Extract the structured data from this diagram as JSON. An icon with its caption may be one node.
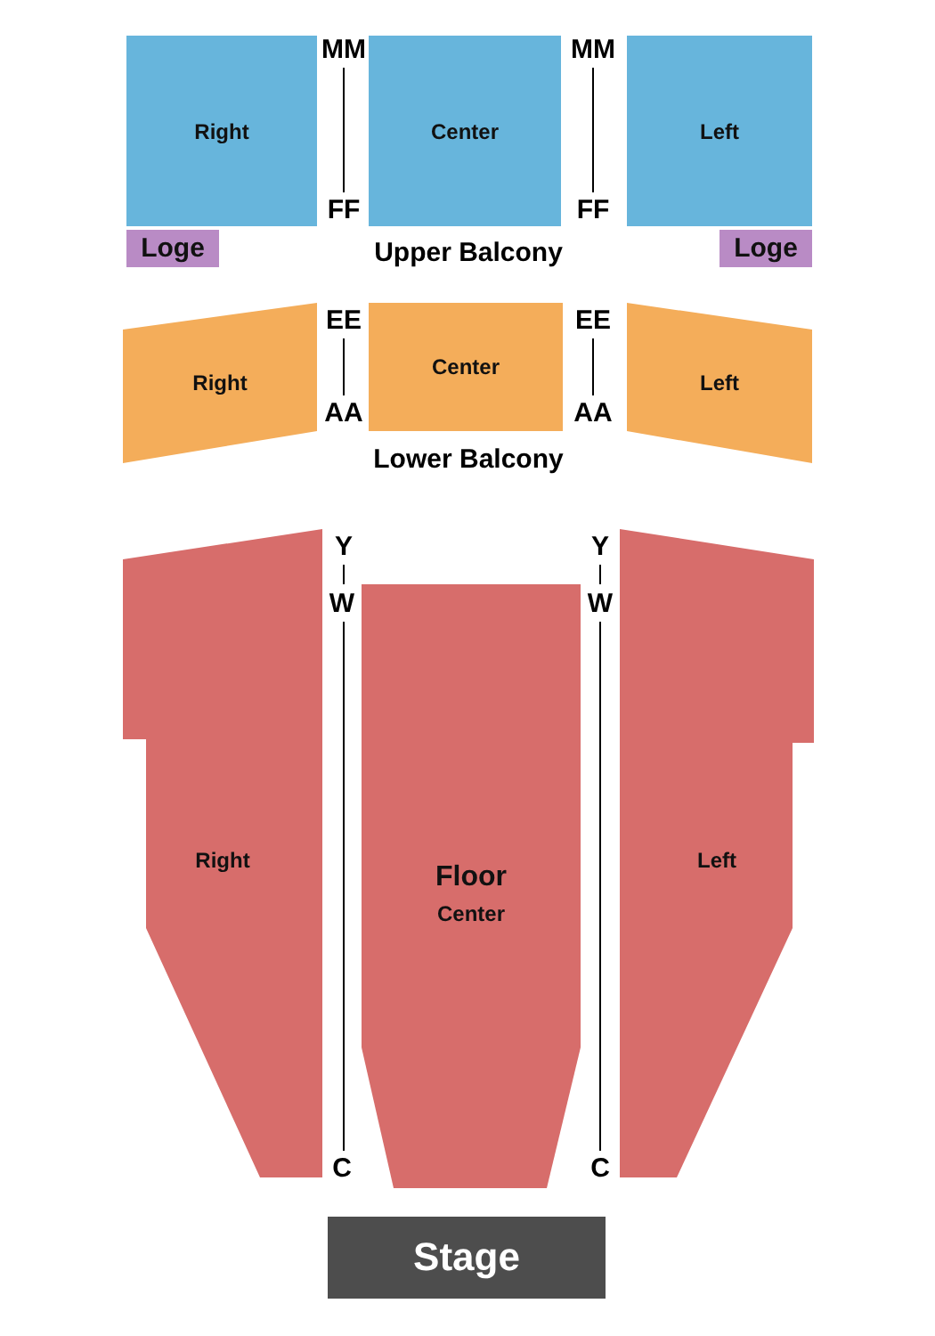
{
  "diagram": {
    "nodes": [
      {
        "text": [
          "Right"
        ]
      },
      {
        "text": [
          "Center"
        ]
      },
      {
        "text": [
          "Left"
        ]
      },
      {
        "text": [
          "Loge"
        ]
      },
      {
        "text": [
          "Loge"
        ]
      },
      {
        "text": [
          "Right"
        ]
      },
      {
        "text": [
          "Center"
        ]
      },
      {
        "text": [
          "Left"
        ]
      },
      {
        "text": [
          "Right"
        ]
      },
      {
        "text": [
          "Floor",
          "Center"
        ]
      },
      {
        "text": [
          "Left"
        ]
      },
      {
        "text": [
          "Stage"
        ]
      }
    ],
    "labels": [
      "MM",
      "MM",
      "FF",
      "FF",
      "Upper Balcony",
      "EE",
      "EE",
      "AA",
      "AA",
      "Lower Balcony",
      "Y",
      "Y",
      "W",
      "W",
      "C",
      "C"
    ]
  }
}
